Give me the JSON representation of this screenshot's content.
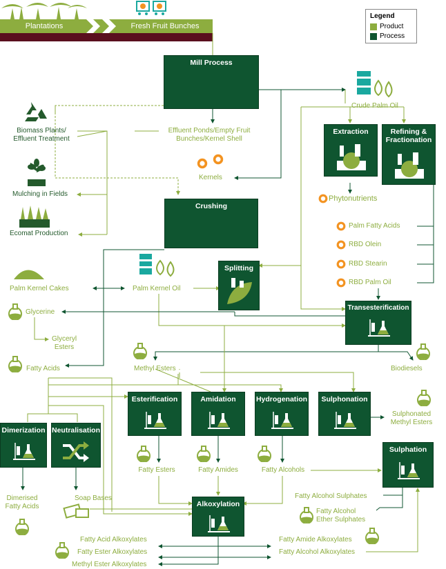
{
  "legend": {
    "title": "Legend",
    "product": "Product",
    "process": "Process",
    "product_color": "#8dad3f",
    "process_color": "#0f5530"
  },
  "banner": {
    "plantations": "Plantations",
    "fresh_fruit_bunches": "Fresh Fruit Bunches"
  },
  "processes": {
    "mill": "Mill Process",
    "crushing": "Crushing",
    "splitting": "Splitting",
    "extraction": "Extraction",
    "refining_line1": "Refining &",
    "refining_line2": "Fractionation",
    "transesterification": "Transesterification",
    "esterification": "Esterification",
    "amidation": "Amidation",
    "hydrogenation": "Hydrogenation",
    "sulphonation": "Sulphonation",
    "sulphation": "Sulphation",
    "dimerization": "Dimerization",
    "neutralisation": "Neutralisation",
    "alkoxylation": "Alkoxylation"
  },
  "products": {
    "biomass_line1": "Biomass Plants/",
    "biomass_line2": "Effluent Treatment",
    "effluent_line1": "Effluent Ponds/Empty Fruit",
    "effluent_line2": "Bunches/Kernel Shell",
    "kernels": "Kernels",
    "mulching": "Mulching in Fields",
    "ecomat": "Ecomat Production",
    "crude_palm_oil": "Crude Palm Oil",
    "phytonutrients": "Phytonutrients",
    "palm_fatty_acids": "Palm Fatty Acids",
    "rbd_olein": "RBD Olein",
    "rbd_stearin": "RBD Stearin",
    "rbd_palm_oil": "RBD Palm Oil",
    "palm_kernel_cakes": "Palm Kernel Cakes",
    "palm_kernel_oil": "Palm Kernel Oil",
    "glycerine": "Glycerine",
    "glyceryl_esters_line1": "Glyceryl",
    "glyceryl_esters_line2": "Esters",
    "fatty_acids": "Fatty Acids",
    "methyl_esters": "Methyl Esters",
    "biodiesels": "Biodiesels",
    "sulphonated_line1": "Sulphonated",
    "sulphonated_line2": "Methyl Esters",
    "fatty_esters": "Fatty Esters",
    "fatty_amides": "Fatty Amides",
    "fatty_alcohols": "Fatty Alcohols",
    "dimerised_line1": "Dimerised",
    "dimerised_line2": "Fatty Acids",
    "soap_bases": "Soap Bases",
    "fatty_alcohol_sulphates": "Fatty Alcohol Sulphates",
    "fa_ether_line1": "Fatty Alcohol",
    "fa_ether_line2": "Ether Sulphates",
    "fatty_acid_alkoxylates": "Fatty Acid Alkoxylates",
    "fatty_ester_alkoxylates": "Fatty Ester Alkoxylates",
    "methyl_ester_alkoxylates": "Methyl Ester Alkoxylates",
    "fatty_amide_alkoxylates": "Fatty Amide Alkoxylates",
    "fatty_alcohol_alkoxylates": "Fatty Alcohol Alkoxylates"
  },
  "icons": [
    "recycle-icon",
    "plant-icon",
    "grass-icon",
    "palm-tree-icon",
    "cart-icon",
    "factory-icon",
    "flask-icon",
    "oil-drum-icon",
    "oil-drops-icon",
    "kernel-icon",
    "soap-icon",
    "leaf-icon"
  ]
}
